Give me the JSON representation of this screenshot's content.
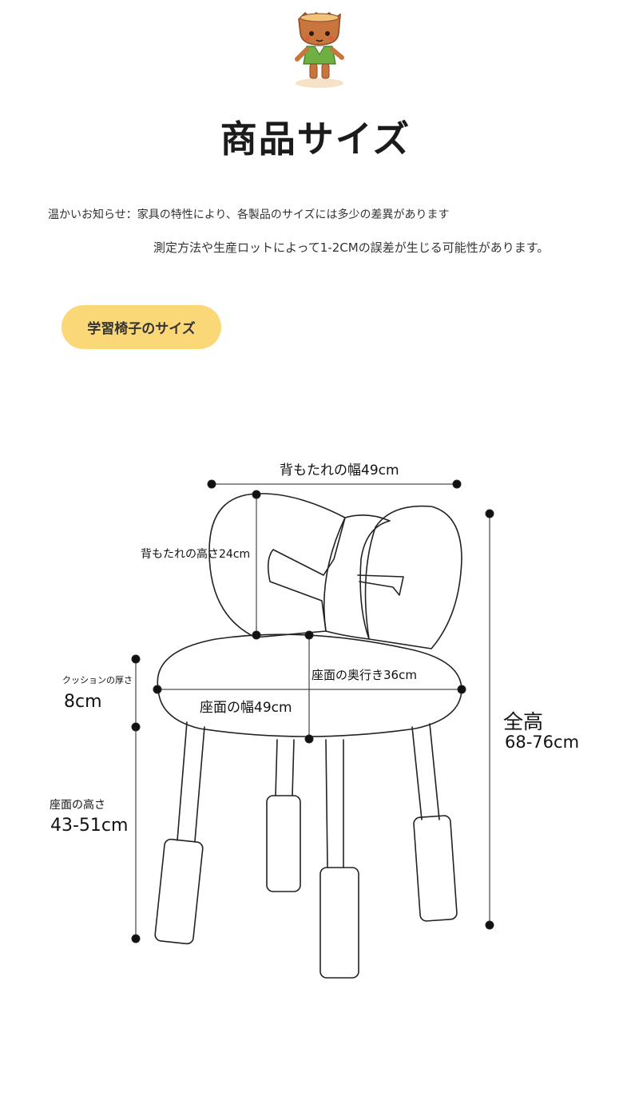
{
  "header": {
    "title": "商品サイズ"
  },
  "notice": {
    "line1": "温かいお知らせ：家具の特性により、各製品のサイズには多少の差異があります",
    "line2": "測定方法や生産ロットによって1-2CMの誤差が生じる可能性があります。"
  },
  "section": {
    "label": "学習椅子のサイズ"
  },
  "dimensions": {
    "backrest_width": "背もたれの幅49cm",
    "backrest_height": "背もたれの高さ24cm",
    "cushion_thickness_label": "クッションの厚さ",
    "cushion_thickness_value": "8cm",
    "seat_depth": "座面の奥行き36cm",
    "seat_width": "座面の幅49cm",
    "total_height_label": "全高",
    "total_height_value": "68-76cm",
    "seat_height_label": "座面の高さ",
    "seat_height_value": "43-51cm"
  },
  "colors": {
    "pill_bg": "#fbd877",
    "mascot_wood": "#c9763e",
    "mascot_shirt": "#6fb043",
    "outline": "#222222"
  }
}
